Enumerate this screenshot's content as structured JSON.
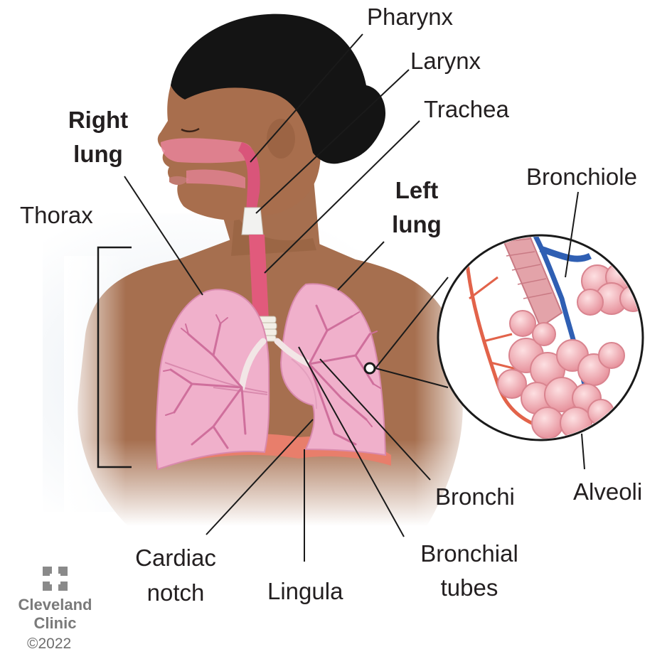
{
  "labels": {
    "pharynx": "Pharynx",
    "larynx": "Larynx",
    "trachea": "Trachea",
    "right_lung_1": "Right",
    "right_lung_2": "lung",
    "left_lung_1": "Left",
    "left_lung_2": "lung",
    "thorax": "Thorax",
    "bronchiole": "Bronchiole",
    "bronchi": "Bronchi",
    "alveoli": "Alveoli",
    "cardiac_notch_1": "Cardiac",
    "cardiac_notch_2": "notch",
    "lingula": "Lingula",
    "bronchial_tubes_1": "Bronchial",
    "bronchial_tubes_2": "tubes"
  },
  "brand": {
    "name_line1": "Cleveland",
    "name_line2": "Clinic",
    "copyright": "©2022"
  },
  "colors": {
    "skin": "#a66f4f",
    "skin_shadow": "#8d5a3d",
    "hair": "#141414",
    "lung": "#eea8c6",
    "lung_light": "#f6c9db",
    "airway": "#e0607f",
    "alveoli": "#f3aeb6",
    "artery": "#e2634a",
    "vein": "#2f5fb3",
    "leader": "#1a1a1a"
  }
}
